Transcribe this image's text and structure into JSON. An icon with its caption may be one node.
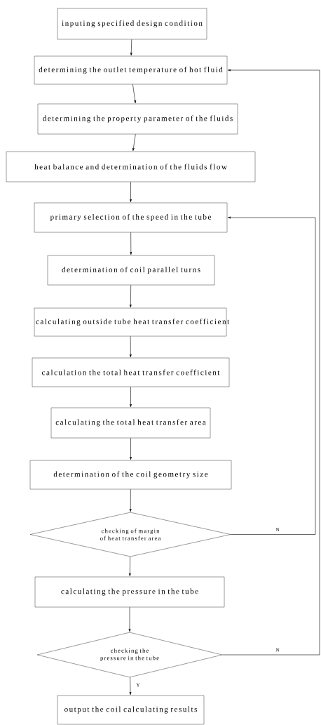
{
  "diagram": {
    "nodes": [
      {
        "text": [
          "inputing specified design condition"
        ]
      },
      {
        "text": [
          "determining the outlet temperature of hot fluid"
        ]
      },
      {
        "text": [
          "determining the property parameter of the fluids"
        ]
      },
      {
        "text": [
          "heat balance and determination of the fluids flow"
        ]
      },
      {
        "text": [
          "primary selection of the speed in the tube"
        ]
      },
      {
        "text": [
          "determination of coil parallel turns"
        ]
      },
      {
        "text": [
          "calculating outside tube heat transfer coefficient"
        ]
      },
      {
        "text": [
          "calculation the total heat transfer coefficient"
        ]
      },
      {
        "text": [
          "calculating the total heat transfer area"
        ]
      },
      {
        "text": [
          "determination of the coil geometry size"
        ]
      },
      {
        "text": [
          "checking of margin of heat transfer area"
        ]
      },
      {
        "text": [
          "calculating the pressure in the tube"
        ]
      },
      {
        "text": [
          "checking the pressure in the tube"
        ]
      },
      {
        "text": [
          "output the coil calculating results"
        ]
      }
    ],
    "edges": [
      {
        "from": 0,
        "to": 1,
        "arrow": "to"
      },
      {
        "from": 1,
        "to": 2,
        "arrow": "to"
      },
      {
        "from": 2,
        "to": 3,
        "arrow": "to"
      },
      {
        "from": 3,
        "to": 4,
        "arrow": "to"
      },
      {
        "from": 4,
        "to": 5,
        "arrow": "to"
      },
      {
        "from": 5,
        "to": 6,
        "arrow": "to"
      },
      {
        "from": 6,
        "to": 7,
        "arrow": "to"
      },
      {
        "from": 7,
        "to": 8,
        "arrow": "to"
      },
      {
        "from": 8,
        "to": 9,
        "arrow": "to"
      },
      {
        "from": 9,
        "to": 10,
        "arrow": "to"
      },
      {
        "from": 10,
        "to": 11,
        "arrow": "to"
      },
      {
        "from": 10,
        "to": 4,
        "arrow": "to",
        "label": "N"
      },
      {
        "from": 11,
        "to": 12,
        "arrow": "to"
      },
      {
        "from": 12,
        "to": 13,
        "arrow": "to",
        "label": "Y"
      },
      {
        "from": 12,
        "to": 1,
        "arrow": "to",
        "label": "N"
      }
    ]
  }
}
